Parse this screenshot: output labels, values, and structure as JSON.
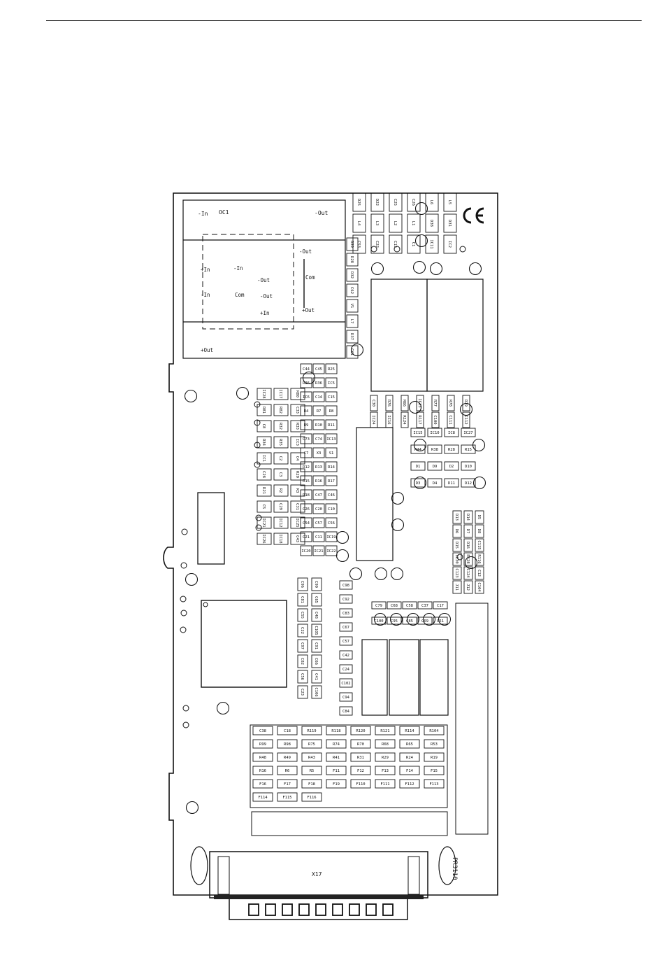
{
  "colors": {
    "ink": "#111111",
    "paper": "#ffffff"
  },
  "icons": [
    "ce-mark-icon"
  ],
  "board": {
    "converter_upper": [
      "-In",
      "OC1",
      "-Out"
    ],
    "converter_lower": [
      "-Out",
      "+In",
      "-In",
      "-Out",
      "Com",
      "-In",
      "Com",
      "-Out",
      "+Out",
      "+In",
      "+Out"
    ],
    "connector": "X17",
    "board_id": "PR3110",
    "components": [
      "D25",
      "D22",
      "C25",
      "C26",
      "L6",
      "L5",
      "L4",
      "L3",
      "L2",
      "L1",
      "D38",
      "D31",
      "C53",
      "C22",
      "C13",
      "C1",
      "IC11",
      "IC2",
      "R39",
      "D28",
      "D32",
      "C62",
      "V1",
      "L7",
      "D37",
      "CK1",
      "C30",
      "R76",
      "R66",
      "IC23",
      "R77",
      "R78",
      "R79",
      "IC24",
      "IC16",
      "R124",
      "R117",
      "C100",
      "C111",
      "C112",
      "IC28",
      "IC17",
      "R80",
      "R81",
      "R82",
      "C33",
      "C8",
      "R32",
      "R33",
      "R34",
      "R35",
      "IC3",
      "IC1",
      "C2",
      "C4",
      "C28",
      "C3",
      "R20",
      "R21",
      "R2",
      "R3",
      "C5",
      "C29",
      "C31",
      "IC21",
      "IC12",
      "IC25",
      "IC26",
      "IC18",
      "C43",
      "C44",
      "C45",
      "R25",
      "R26",
      "R36",
      "IC5",
      "IC6",
      "C14",
      "C15",
      "R4",
      "R7",
      "R8",
      "R9",
      "R10",
      "R11",
      "C73",
      "C74",
      "IC13",
      "C7",
      "X3",
      "S1",
      "R12",
      "R13",
      "R14",
      "R15",
      "R16",
      "R17",
      "R18",
      "C47",
      "C46",
      "C26",
      "C20",
      "C10",
      "C54",
      "C57",
      "C56",
      "C21",
      "C11",
      "IC19",
      "IC20",
      "IC21",
      "IC22",
      "IC15",
      "IC10",
      "IC8",
      "IC27",
      "R44",
      "R38",
      "R28",
      "R15",
      "D1",
      "D9",
      "D2",
      "D10",
      "D3",
      "D4",
      "D11",
      "D12",
      "D13",
      "D14",
      "D5",
      "D6",
      "D7",
      "D8",
      "D15",
      "D16",
      "C115",
      "IC30",
      "R128",
      "R116",
      "C123",
      "C124",
      "C12",
      "J11",
      "J12",
      "C104",
      "C96",
      "C90",
      "C81",
      "C65",
      "C55",
      "C48",
      "C22",
      "C105",
      "C97",
      "C91",
      "C82",
      "C66",
      "C56",
      "C41",
      "C23",
      "C106",
      "C98",
      "C92",
      "C83",
      "C67",
      "C57",
      "C42",
      "C24",
      "C102",
      "C94",
      "C84",
      "C79",
      "C68",
      "C58",
      "C37",
      "C17",
      "C100",
      "C95",
      "C85",
      "C69",
      "C51",
      "C38",
      "C18",
      "R119",
      "R118",
      "R120",
      "R121",
      "R114",
      "R104",
      "R99",
      "R98",
      "R75",
      "R74",
      "R70",
      "R68",
      "R65",
      "R53",
      "R48",
      "R49",
      "R43",
      "R41",
      "R31",
      "R29",
      "R24",
      "R19",
      "R16",
      "R6",
      "R5",
      "F11",
      "F12",
      "F13",
      "F14",
      "F15",
      "F16",
      "F17",
      "F18",
      "F19",
      "F110",
      "F111",
      "F112",
      "F113",
      "F114",
      "F115",
      "F116"
    ]
  }
}
